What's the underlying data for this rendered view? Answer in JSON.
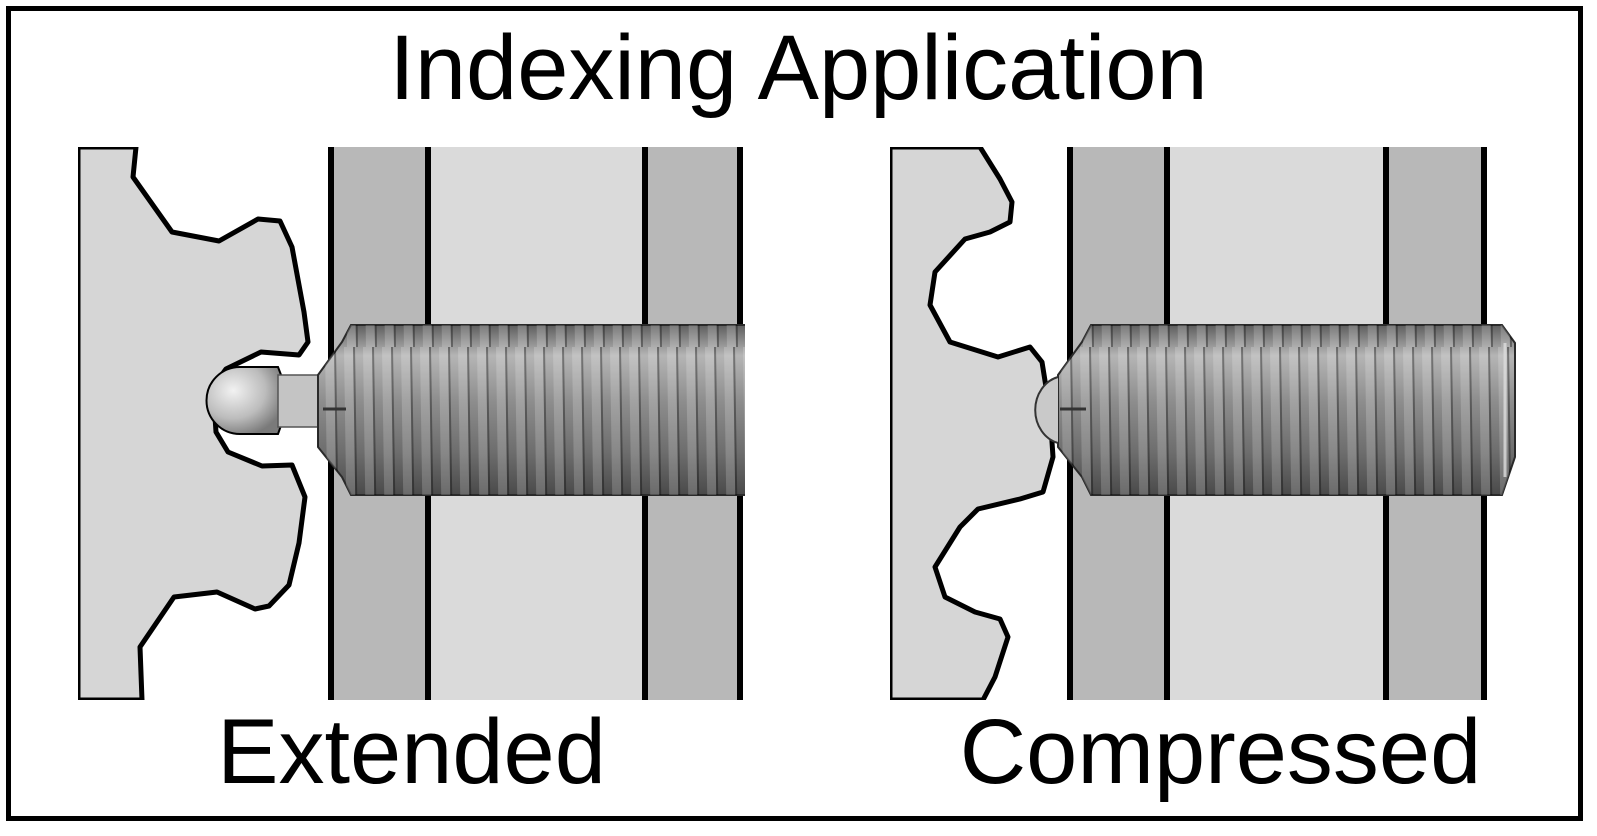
{
  "title": "Indexing Application",
  "panels": [
    {
      "id": "extended",
      "caption": "Extended"
    },
    {
      "id": "compressed",
      "caption": "Compressed"
    }
  ],
  "colors": {
    "gear_fill": "#d6d6d6",
    "outline": "#000000",
    "plate_dark": "#b8b8b8",
    "plate_light": "#dadada",
    "thread": "#8a8a8a",
    "thread_highlight": "#c9c9c9",
    "ball": "#cfcfcf"
  }
}
